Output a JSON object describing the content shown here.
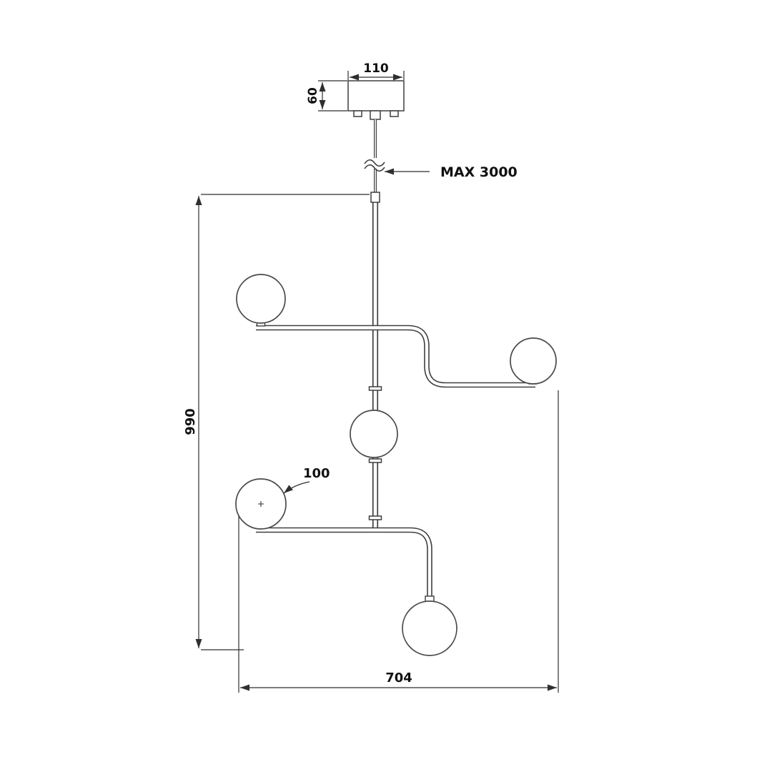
{
  "drawing": {
    "dimensions": {
      "canopy_width": "110",
      "canopy_height": "60",
      "suspension_max": "MAX 3000",
      "fixture_height": "990",
      "globe_diameter": "100",
      "fixture_width": "704"
    },
    "colors": {
      "line": "#3f3f3f",
      "dimension_line": "#2f2f2f",
      "text": "#111111",
      "background": "#ffffff"
    }
  }
}
